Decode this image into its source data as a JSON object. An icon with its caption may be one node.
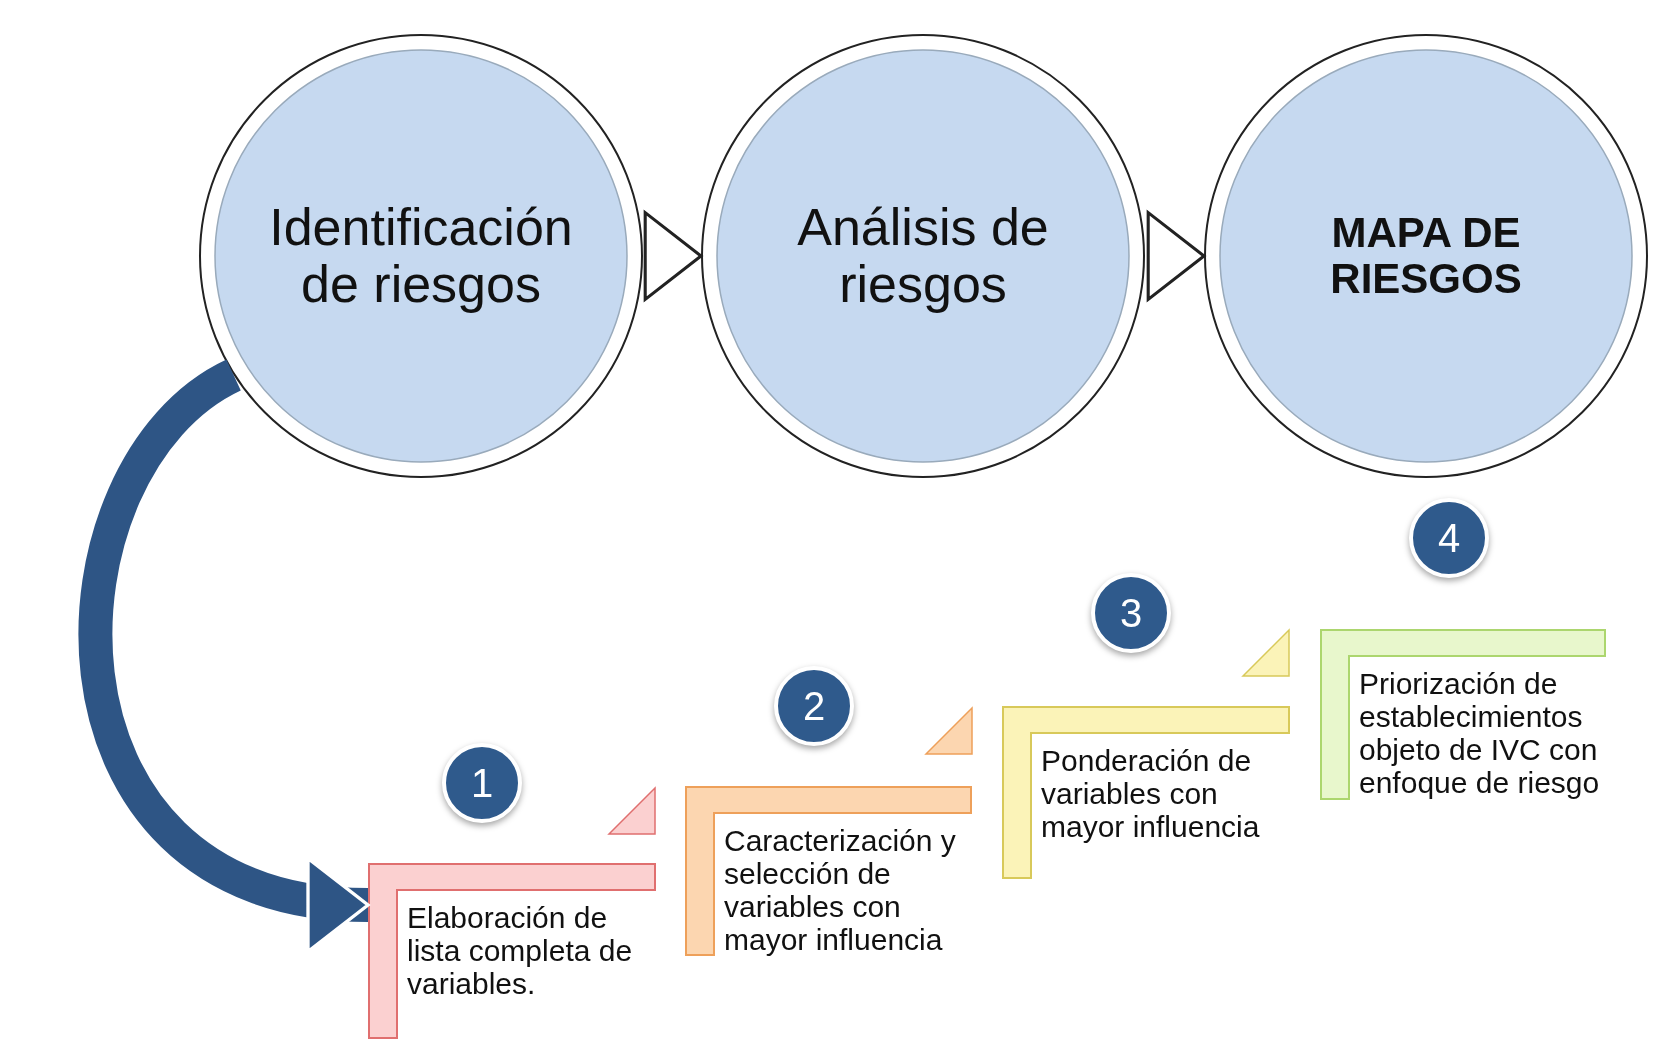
{
  "diagram": {
    "nodes": [
      {
        "text": [
          "Identificación de riesgos"
        ]
      },
      {
        "text": [
          "Análisis de riesgos"
        ]
      },
      {
        "text": [
          "MAPA DE RIESGOS"
        ]
      },
      {
        "text": [
          "1"
        ]
      },
      {
        "text": [
          "Elaboración de lista completa de variables."
        ]
      },
      {
        "text": [
          "2"
        ]
      },
      {
        "text": [
          "Caracterización y selección de variables con mayor influencia"
        ]
      },
      {
        "text": [
          "3"
        ]
      },
      {
        "text": [
          "Ponderación de variables con mayor influencia"
        ]
      },
      {
        "text": [
          "4"
        ]
      },
      {
        "text": [
          "Priorización de establecimientos objeto de IVC con enfoque de riesgo"
        ]
      }
    ],
    "edges": [
      {
        "from": 0,
        "to": 1,
        "arrow": "to"
      },
      {
        "from": 1,
        "to": 2,
        "arrow": "to"
      },
      {
        "from": 0,
        "to": 4,
        "arrow": "to",
        "style": "thick",
        "color": "#2e5585"
      }
    ]
  }
}
